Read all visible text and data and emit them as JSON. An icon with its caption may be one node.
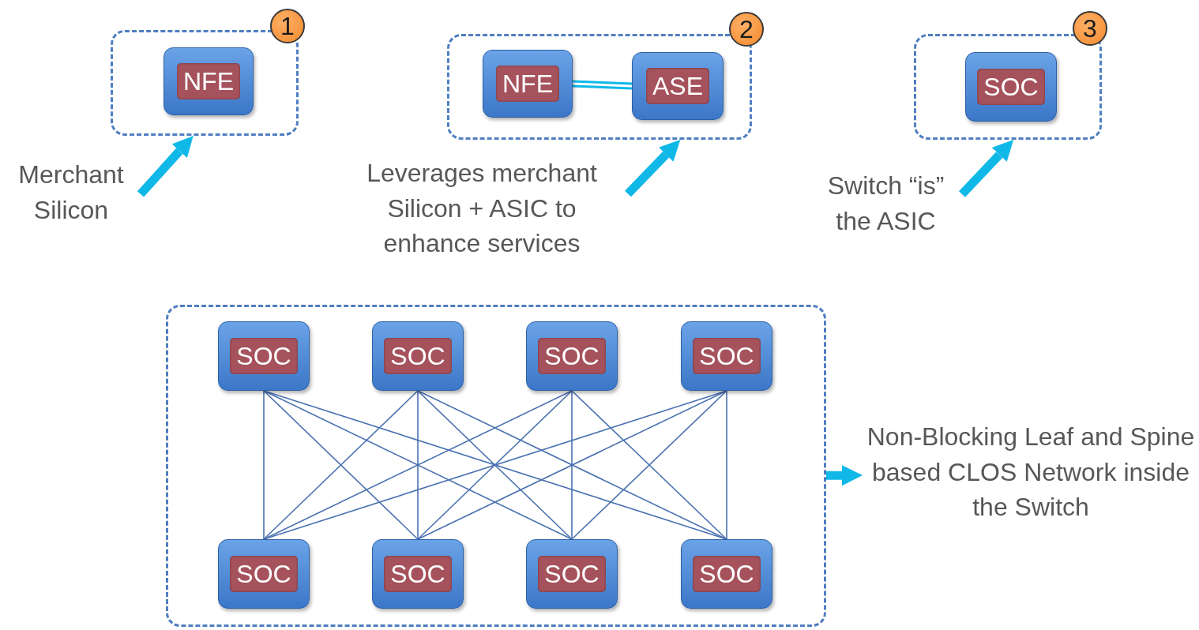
{
  "diagram": {
    "nodes": [
      {
        "text": [],
        "shape": "box"
      },
      {
        "text": [
          "1"
        ]
      },
      {
        "text": [
          "NFE"
        ],
        "in": 0
      },
      {
        "text": [
          "Merchant Silicon"
        ]
      },
      {
        "text": [],
        "shape": "box"
      },
      {
        "text": [
          "2"
        ]
      },
      {
        "text": [
          "NFE"
        ],
        "in": 4
      },
      {
        "text": [
          "ASE"
        ],
        "in": 4
      },
      {
        "text": [
          "Leverages merchant Silicon + ASIC to enhance services"
        ]
      },
      {
        "text": [],
        "shape": "box"
      },
      {
        "text": [
          "3"
        ]
      },
      {
        "text": [
          "SOC"
        ],
        "in": 9
      },
      {
        "text": [
          "Switch “is” the ASIC"
        ]
      },
      {
        "text": [],
        "shape": "box"
      },
      {
        "text": [
          "SOC"
        ],
        "in": 13
      },
      {
        "text": [
          "SOC"
        ],
        "in": 13
      },
      {
        "text": [
          "SOC"
        ],
        "in": 13
      },
      {
        "text": [
          "SOC"
        ],
        "in": 13
      },
      {
        "text": [
          "SOC"
        ],
        "in": 13
      },
      {
        "text": [
          "SOC"
        ],
        "in": 13
      },
      {
        "text": [
          "SOC"
        ],
        "in": 13
      },
      {
        "text": [
          "SOC"
        ],
        "in": 13
      },
      {
        "text": [
          "Non-Blocking Leaf and Spine based CLOS Network inside the Switch"
        ]
      }
    ],
    "edges": [
      {
        "from": 3,
        "to": 0,
        "arrow": "to",
        "style": "thick",
        "color": "#10b8e8"
      },
      {
        "from": 6,
        "to": 7,
        "arrow": "none",
        "style": "thick",
        "color": "#10b8e8"
      },
      {
        "from": 8,
        "to": 4,
        "arrow": "to",
        "style": "thick",
        "color": "#10b8e8"
      },
      {
        "from": 12,
        "to": 9,
        "arrow": "to",
        "style": "thick",
        "color": "#10b8e8"
      },
      {
        "from": 13,
        "to": 22,
        "arrow": "to",
        "style": "thick",
        "color": "#10b8e8"
      },
      {
        "from": 14,
        "to": 18,
        "arrow": "none"
      },
      {
        "from": 14,
        "to": 19,
        "arrow": "none"
      },
      {
        "from": 14,
        "to": 20,
        "arrow": "none"
      },
      {
        "from": 14,
        "to": 21,
        "arrow": "none"
      },
      {
        "from": 15,
        "to": 18,
        "arrow": "none"
      },
      {
        "from": 15,
        "to": 19,
        "arrow": "none"
      },
      {
        "from": 15,
        "to": 20,
        "arrow": "none"
      },
      {
        "from": 15,
        "to": 21,
        "arrow": "none"
      },
      {
        "from": 16,
        "to": 18,
        "arrow": "none"
      },
      {
        "from": 16,
        "to": 19,
        "arrow": "none"
      },
      {
        "from": 16,
        "to": 20,
        "arrow": "none"
      },
      {
        "from": 16,
        "to": 21,
        "arrow": "none"
      },
      {
        "from": 17,
        "to": 18,
        "arrow": "none"
      },
      {
        "from": 17,
        "to": 19,
        "arrow": "none"
      },
      {
        "from": 17,
        "to": 20,
        "arrow": "none"
      },
      {
        "from": 17,
        "to": 21,
        "arrow": "none"
      }
    ]
  }
}
